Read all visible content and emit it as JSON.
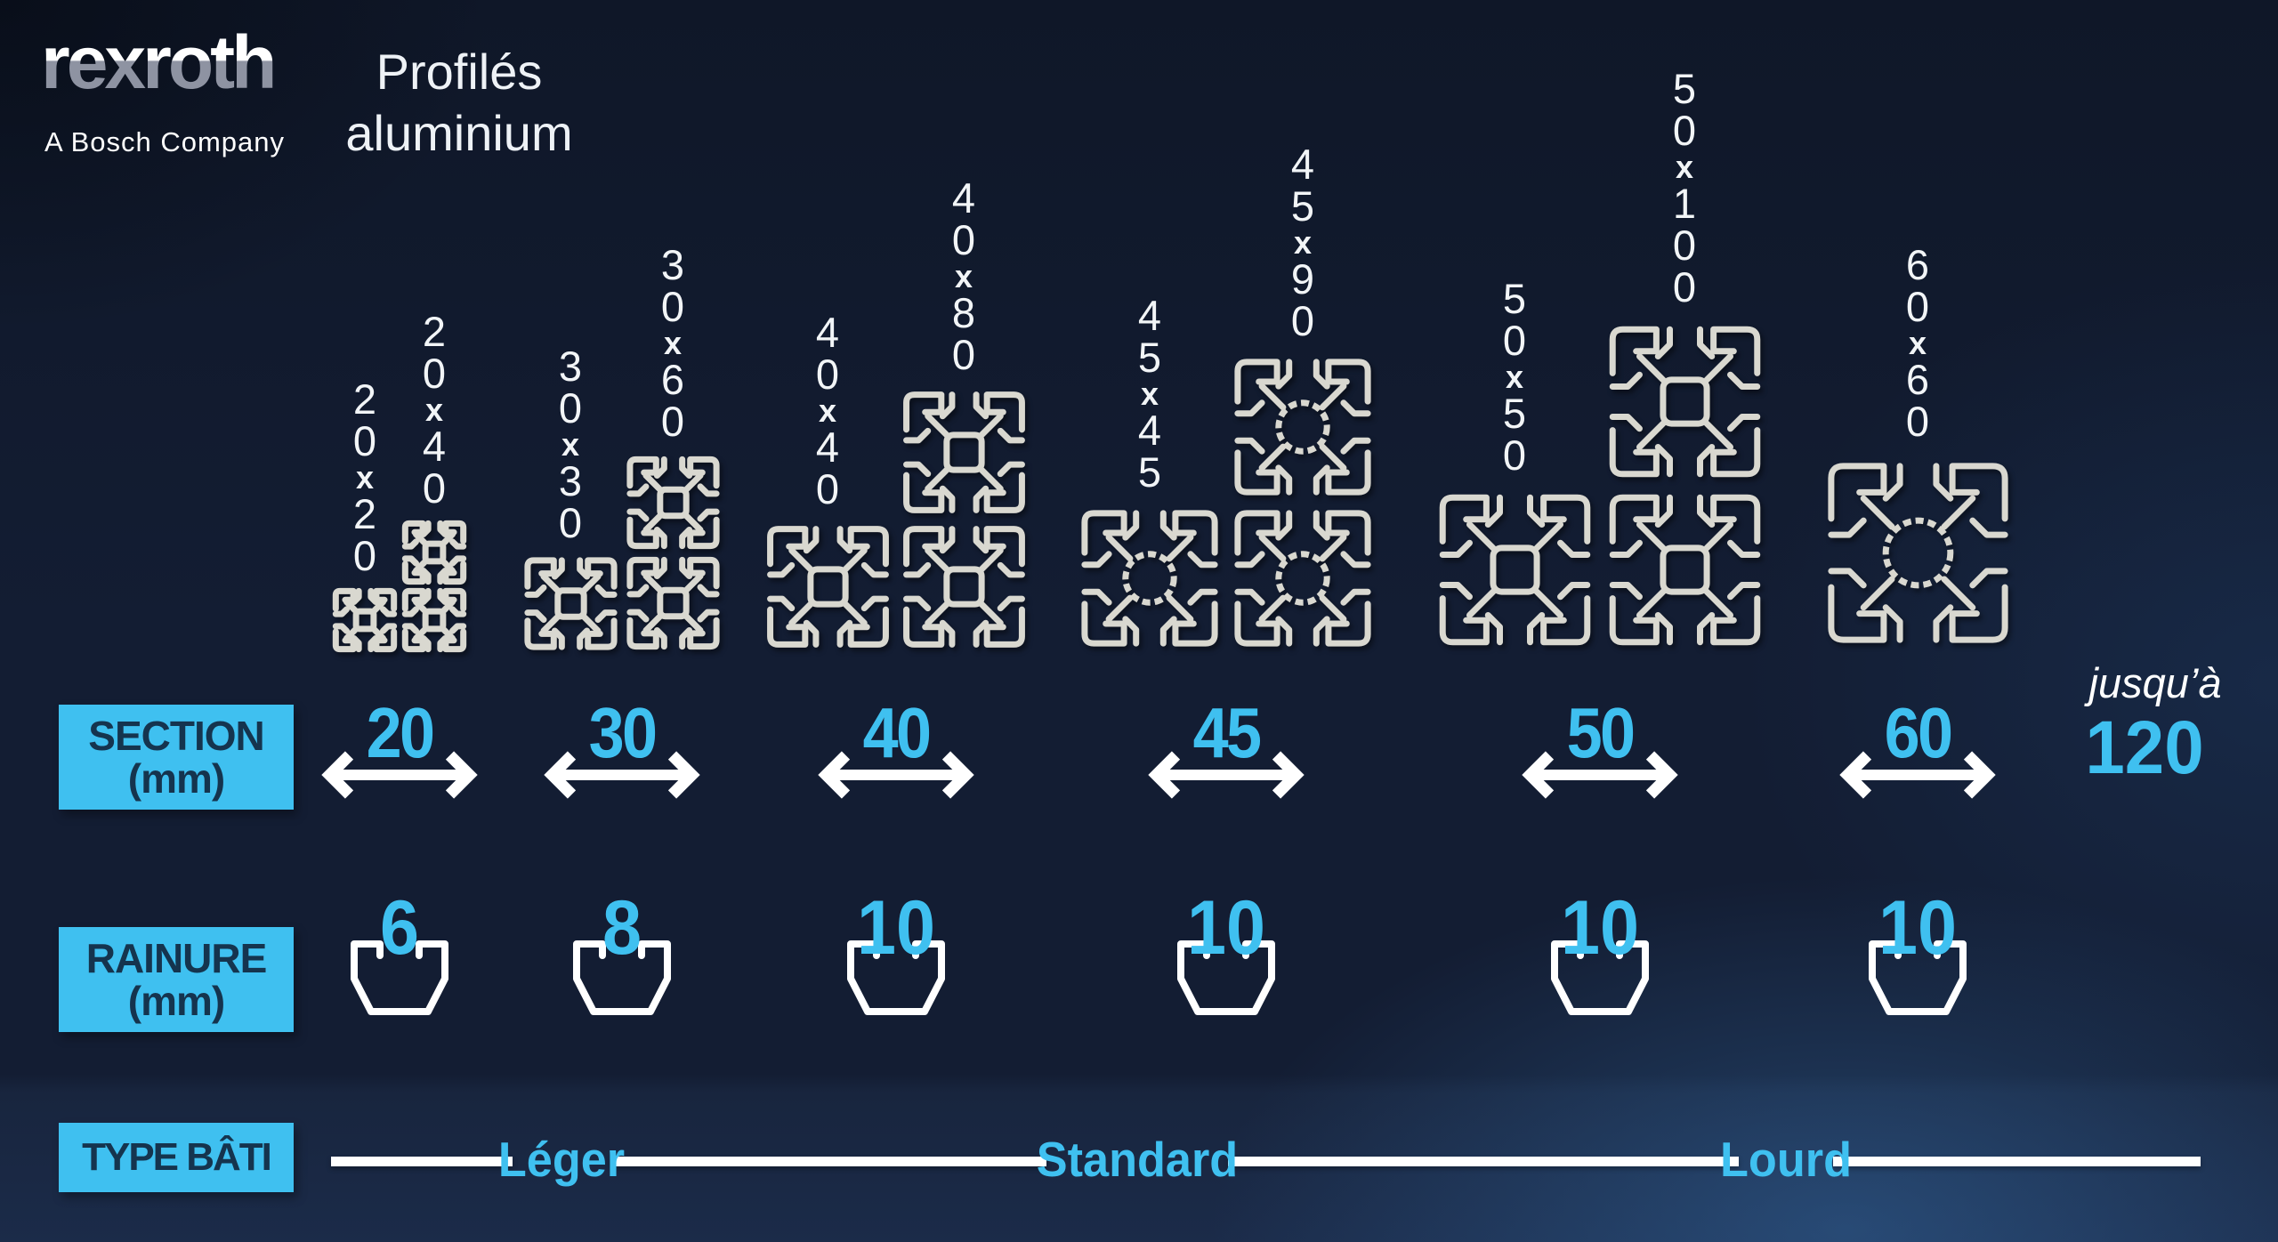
{
  "brand": {
    "logo_text": "rexroth",
    "tagline": "A Bosch Company"
  },
  "page_title": {
    "line1": "Profilés",
    "line2": "aluminium"
  },
  "separator": "x",
  "rows": {
    "section": {
      "label": "SECTION",
      "unit": "(mm)"
    },
    "rainure": {
      "label": "RAINURE",
      "unit": "(mm)"
    },
    "type": {
      "label": "TYPE BÂTI"
    }
  },
  "columns": [
    {
      "section": "20",
      "rainure": "6",
      "profiles": [
        {
          "w": "20",
          "h": "20"
        },
        {
          "w": "20",
          "h": "40"
        }
      ]
    },
    {
      "section": "30",
      "rainure": "8",
      "profiles": [
        {
          "w": "30",
          "h": "30"
        },
        {
          "w": "30",
          "h": "60"
        }
      ]
    },
    {
      "section": "40",
      "rainure": "10",
      "profiles": [
        {
          "w": "40",
          "h": "40"
        },
        {
          "w": "40",
          "h": "80"
        }
      ]
    },
    {
      "section": "45",
      "rainure": "10",
      "profiles": [
        {
          "w": "45",
          "h": "45"
        },
        {
          "w": "45",
          "h": "90"
        }
      ]
    },
    {
      "section": "50",
      "rainure": "10",
      "profiles": [
        {
          "w": "50",
          "h": "50"
        },
        {
          "w": "50",
          "h": "100"
        }
      ]
    },
    {
      "section": "60",
      "rainure": "10",
      "profiles": [
        {
          "w": "60",
          "h": "60"
        }
      ]
    }
  ],
  "max_section": {
    "prefix": "jusqu’à",
    "value": "120"
  },
  "type_bati": {
    "items": [
      "Léger",
      "Standard",
      "Lourd"
    ]
  },
  "colors": {
    "accent_cyan": "#3fc0f0",
    "box_text": "#15344e",
    "profile_line": "#d9d8d0",
    "white": "#ffffff",
    "background": "#131d33"
  }
}
